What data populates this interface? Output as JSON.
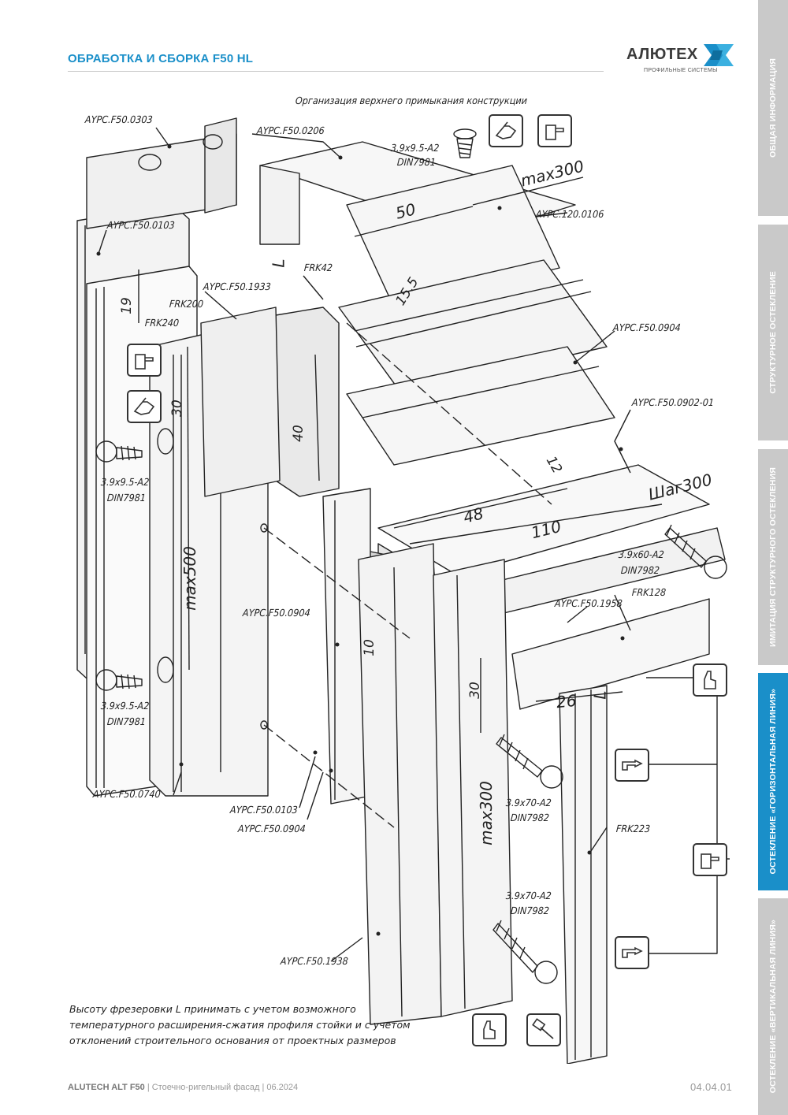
{
  "header": {
    "title": "ОБРАБОТКА И СБОРКА F50 HL",
    "logo_name": "АЛЮТЕХ",
    "logo_sub": "ПРОФИЛЬНЫЕ СИСТЕМЫ"
  },
  "side_tabs": [
    {
      "label": "ОБЩАЯ ИНФОРМАЦИЯ",
      "active": false
    },
    {
      "label": "СТРУКТУРНОЕ ОСТЕКЛЕНИЕ",
      "active": false
    },
    {
      "label": "ИМИТАЦИЯ СТРУКТУРНОГО ОСТЕКЛЕНИЯ",
      "active": false
    },
    {
      "label": "ОСТЕКЛЕНИЕ «ГОРИЗОНТАЛЬНАЯ ЛИНИЯ»",
      "active": true
    },
    {
      "label": "ОСТЕКЛЕНИЕ «ВЕРТИКАЛЬНАЯ ЛИНИЯ»",
      "active": false
    }
  ],
  "drawing": {
    "caption": "Организация верхнего примыкания конструкции",
    "labels": {
      "p0303": "AYPC.F50.0303",
      "p0206": "AYPC.F50.0206",
      "p0103a": "AYPC.F50.0103",
      "p1933": "AYPC.F50.1933",
      "frk42": "FRK42",
      "frk200": "FRK200",
      "frk240": "FRK240",
      "p120": "AYPC.120.0106",
      "p0904a": "AYPC.F50.0904",
      "p0902": "AYPC.F50.0902-01",
      "p0904b": "AYPC.F50.0904",
      "p1958": "AYPC.F50.1958",
      "frk128": "FRK128",
      "p0740": "AYPC.F50.0740",
      "p0103b": "AYPC.F50.0103",
      "p0904c": "AYPC.F50.0904",
      "frk223": "FRK223",
      "p1938": "AYPC.F50.1938"
    },
    "screws": {
      "s_top_size": "3.9x9.5-A2",
      "s_top_std": "DIN7981",
      "s_left1_size": "3.9x9.5-A2",
      "s_left1_std": "DIN7981",
      "s_left2_size": "3.9x9.5-A2",
      "s_left2_std": "DIN7981",
      "s_60_size": "3.9x60-A2",
      "s_60_std": "DIN7982",
      "s_70a_size": "3.9x70-A2",
      "s_70a_std": "DIN7982",
      "s_70b_size": "3.9x70-A2",
      "s_70b_std": "DIN7982"
    },
    "dimensions": {
      "max300_top": "max300",
      "d50": "50",
      "dL1": "L",
      "d15_5": "15.5",
      "d19": "19",
      "d30a": "30",
      "d40": "40",
      "d12": "12",
      "d48": "48",
      "d110": "110",
      "step300": "Шаг300",
      "max500": "max500",
      "d10": "10",
      "d30b": "30",
      "d26": "26",
      "dL2": "L",
      "max300_bottom": "max300"
    }
  },
  "note": "Высоту фрезеровки L принимать с учетом возможного температурного расширения-сжатия профиля стойки и с учетом отклонений строительного основания от проектных размеров",
  "footer": {
    "product": "ALUTECH ALT F50",
    "separator1": " | ",
    "doc": "Стоечно-ригельный фасад",
    "separator2": " | ",
    "date": "06.2024",
    "page": "04.04.01"
  },
  "colors": {
    "accent": "#1a8fc9",
    "tab_inactive": "#c9c9c9",
    "tab_active": "#1a8fc9",
    "line": "#222222"
  }
}
